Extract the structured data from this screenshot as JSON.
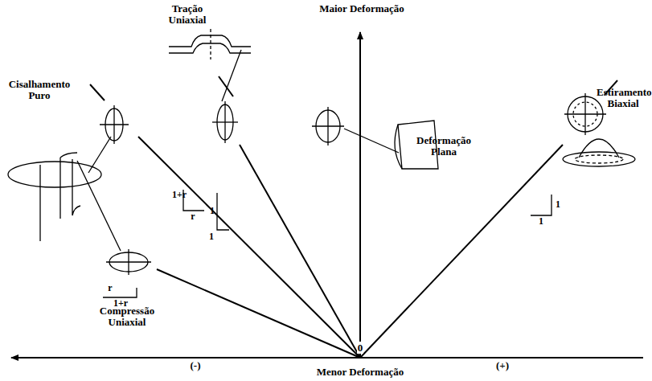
{
  "diagram": {
    "labels": [
      "Maior Deformação",
      "Tração Uniaxial",
      "Deformação Plana",
      "Estiramento Biaxial",
      "Cisalhamento Puro",
      "Compressão Uniaxial",
      "1",
      "1",
      "1+r",
      "r",
      "r",
      "1+r",
      "1",
      "1",
      "(-)",
      "0",
      "(+)",
      "Menor Deformação"
    ]
  }
}
